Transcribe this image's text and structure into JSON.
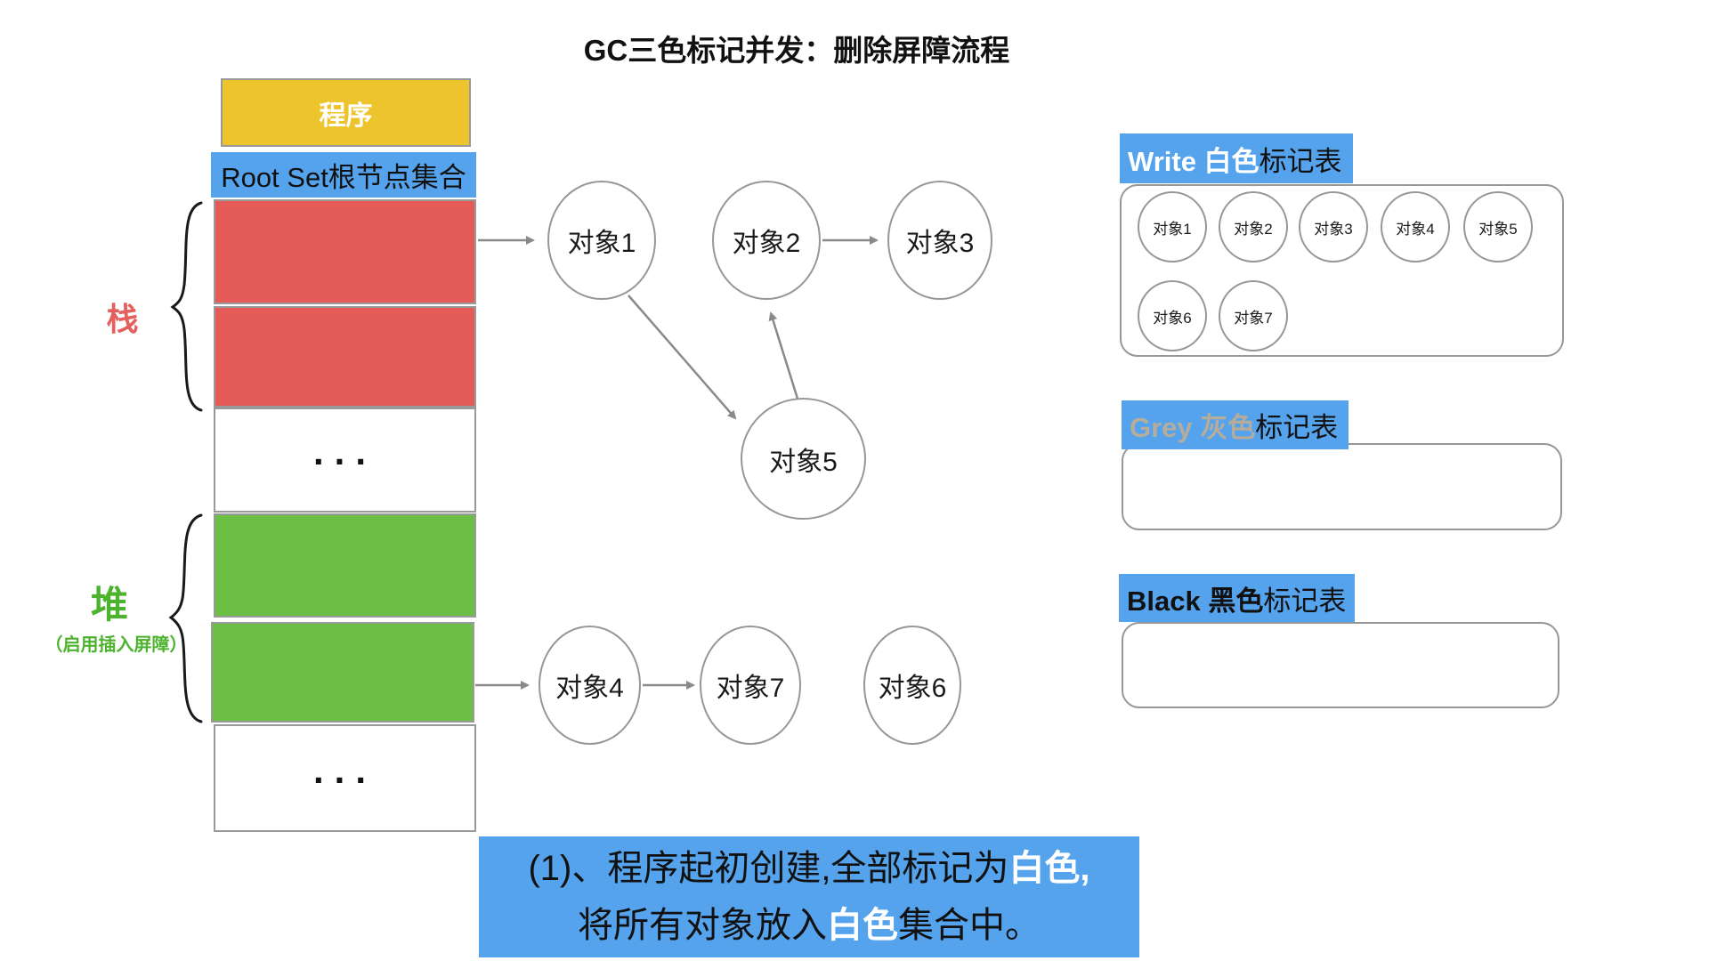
{
  "title": "GC三色标记并发：删除屏障流程",
  "colors": {
    "accent_blue": "#54a3ec",
    "program_yellow": "#eec42d",
    "stack_red": "#e45b57",
    "heap_green": "#6cbf45",
    "stack_label_red": "#e4605c",
    "heap_label_green": "#4db32e",
    "grey_label_text": "#b5ac9c",
    "box_border_grey": "#999999",
    "node_border_grey": "#979797",
    "arrow_grey": "#8a8a8a"
  },
  "memory_column": {
    "program_label": "程序",
    "root_set_label": "Root Set根节点集合",
    "stack_label": "栈",
    "heap_label": "堆",
    "heap_note": "（启用插入屏障）",
    "ellipsis": "..."
  },
  "graph_nodes": [
    "对象1",
    "对象2",
    "对象3",
    "对象5",
    "对象4",
    "对象7",
    "对象6"
  ],
  "white_table": {
    "label_bold": "Write 白色",
    "label_rest": "标记表",
    "items": [
      "对象1",
      "对象2",
      "对象3",
      "对象4",
      "对象5",
      "对象6",
      "对象7"
    ]
  },
  "grey_table": {
    "label_bold": "Grey 灰色",
    "label_rest": "标记表"
  },
  "black_table": {
    "label_bold": "Black 黑色",
    "label_rest": "标记表"
  },
  "caption": {
    "line1_pre": "(1)、程序起初创建,全部标记为",
    "line1_highlight": "白色,",
    "line2_pre": "将所有对象放入",
    "line2_highlight": "白色",
    "line2_post": "集合中。"
  }
}
